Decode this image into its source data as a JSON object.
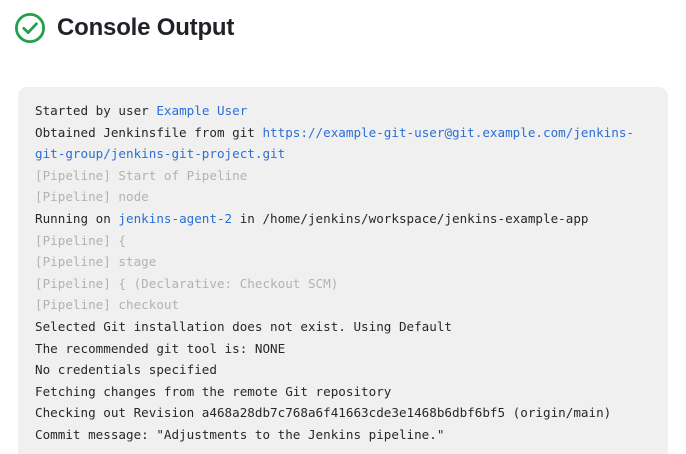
{
  "header": {
    "status_icon": "check-circle-icon",
    "status_color": "#22a04b",
    "title": "Console Output"
  },
  "console": {
    "background_color": "#f0f0f0",
    "text_color": "#25282c",
    "muted_color": "#b2b2b2",
    "link_color": "#2a6fd6",
    "lines": [
      {
        "id": "line-started-by-user",
        "muted": false,
        "parts": [
          {
            "text": "Started by user ",
            "link": false
          },
          {
            "text": "Example User",
            "link": true
          }
        ]
      },
      {
        "id": "line-obtained-jenkinsfile",
        "muted": false,
        "parts": [
          {
            "text": "Obtained Jenkinsfile from git ",
            "link": false
          },
          {
            "text": "https://example-git-user@git.example.com/jenkins-git-group/jenkins-git-project.git",
            "link": true
          }
        ]
      },
      {
        "id": "line-start-of-pipeline",
        "muted": true,
        "parts": [
          {
            "text": "[Pipeline] Start of Pipeline",
            "link": false
          }
        ]
      },
      {
        "id": "line-pipeline-node",
        "muted": true,
        "parts": [
          {
            "text": "[Pipeline] node",
            "link": false
          }
        ]
      },
      {
        "id": "line-running-on",
        "muted": false,
        "parts": [
          {
            "text": "Running on ",
            "link": false
          },
          {
            "text": "jenkins-agent-2",
            "link": true
          },
          {
            "text": " in /home/jenkins/workspace/jenkins-example-app",
            "link": false
          }
        ]
      },
      {
        "id": "line-pipeline-open-brace",
        "muted": true,
        "parts": [
          {
            "text": "[Pipeline] {",
            "link": false
          }
        ]
      },
      {
        "id": "line-pipeline-stage",
        "muted": true,
        "parts": [
          {
            "text": "[Pipeline] stage",
            "link": false
          }
        ]
      },
      {
        "id": "line-pipeline-declarative-checkout",
        "muted": true,
        "parts": [
          {
            "text": "[Pipeline] { (Declarative: Checkout SCM)",
            "link": false
          }
        ]
      },
      {
        "id": "line-pipeline-checkout",
        "muted": true,
        "parts": [
          {
            "text": "[Pipeline] checkout",
            "link": false
          }
        ]
      },
      {
        "id": "line-selected-git-installation",
        "muted": false,
        "parts": [
          {
            "text": "Selected Git installation does not exist. Using Default",
            "link": false
          }
        ]
      },
      {
        "id": "line-recommended-git-tool",
        "muted": false,
        "parts": [
          {
            "text": "The recommended git tool is: NONE",
            "link": false
          }
        ]
      },
      {
        "id": "line-no-credentials",
        "muted": false,
        "parts": [
          {
            "text": "No credentials specified",
            "link": false
          }
        ]
      },
      {
        "id": "line-fetching-changes",
        "muted": false,
        "parts": [
          {
            "text": "Fetching changes from the remote Git repository",
            "link": false
          }
        ]
      },
      {
        "id": "line-checking-out-revision",
        "muted": false,
        "parts": [
          {
            "text": "Checking out Revision a468a28db7c768a6f41663cde3e1468b6dbf6bf5 (origin/main)",
            "link": false
          }
        ]
      },
      {
        "id": "line-commit-message",
        "muted": false,
        "parts": [
          {
            "text": "Commit message: \"Adjustments to the Jenkins pipeline.\"",
            "link": false
          }
        ]
      }
    ]
  }
}
